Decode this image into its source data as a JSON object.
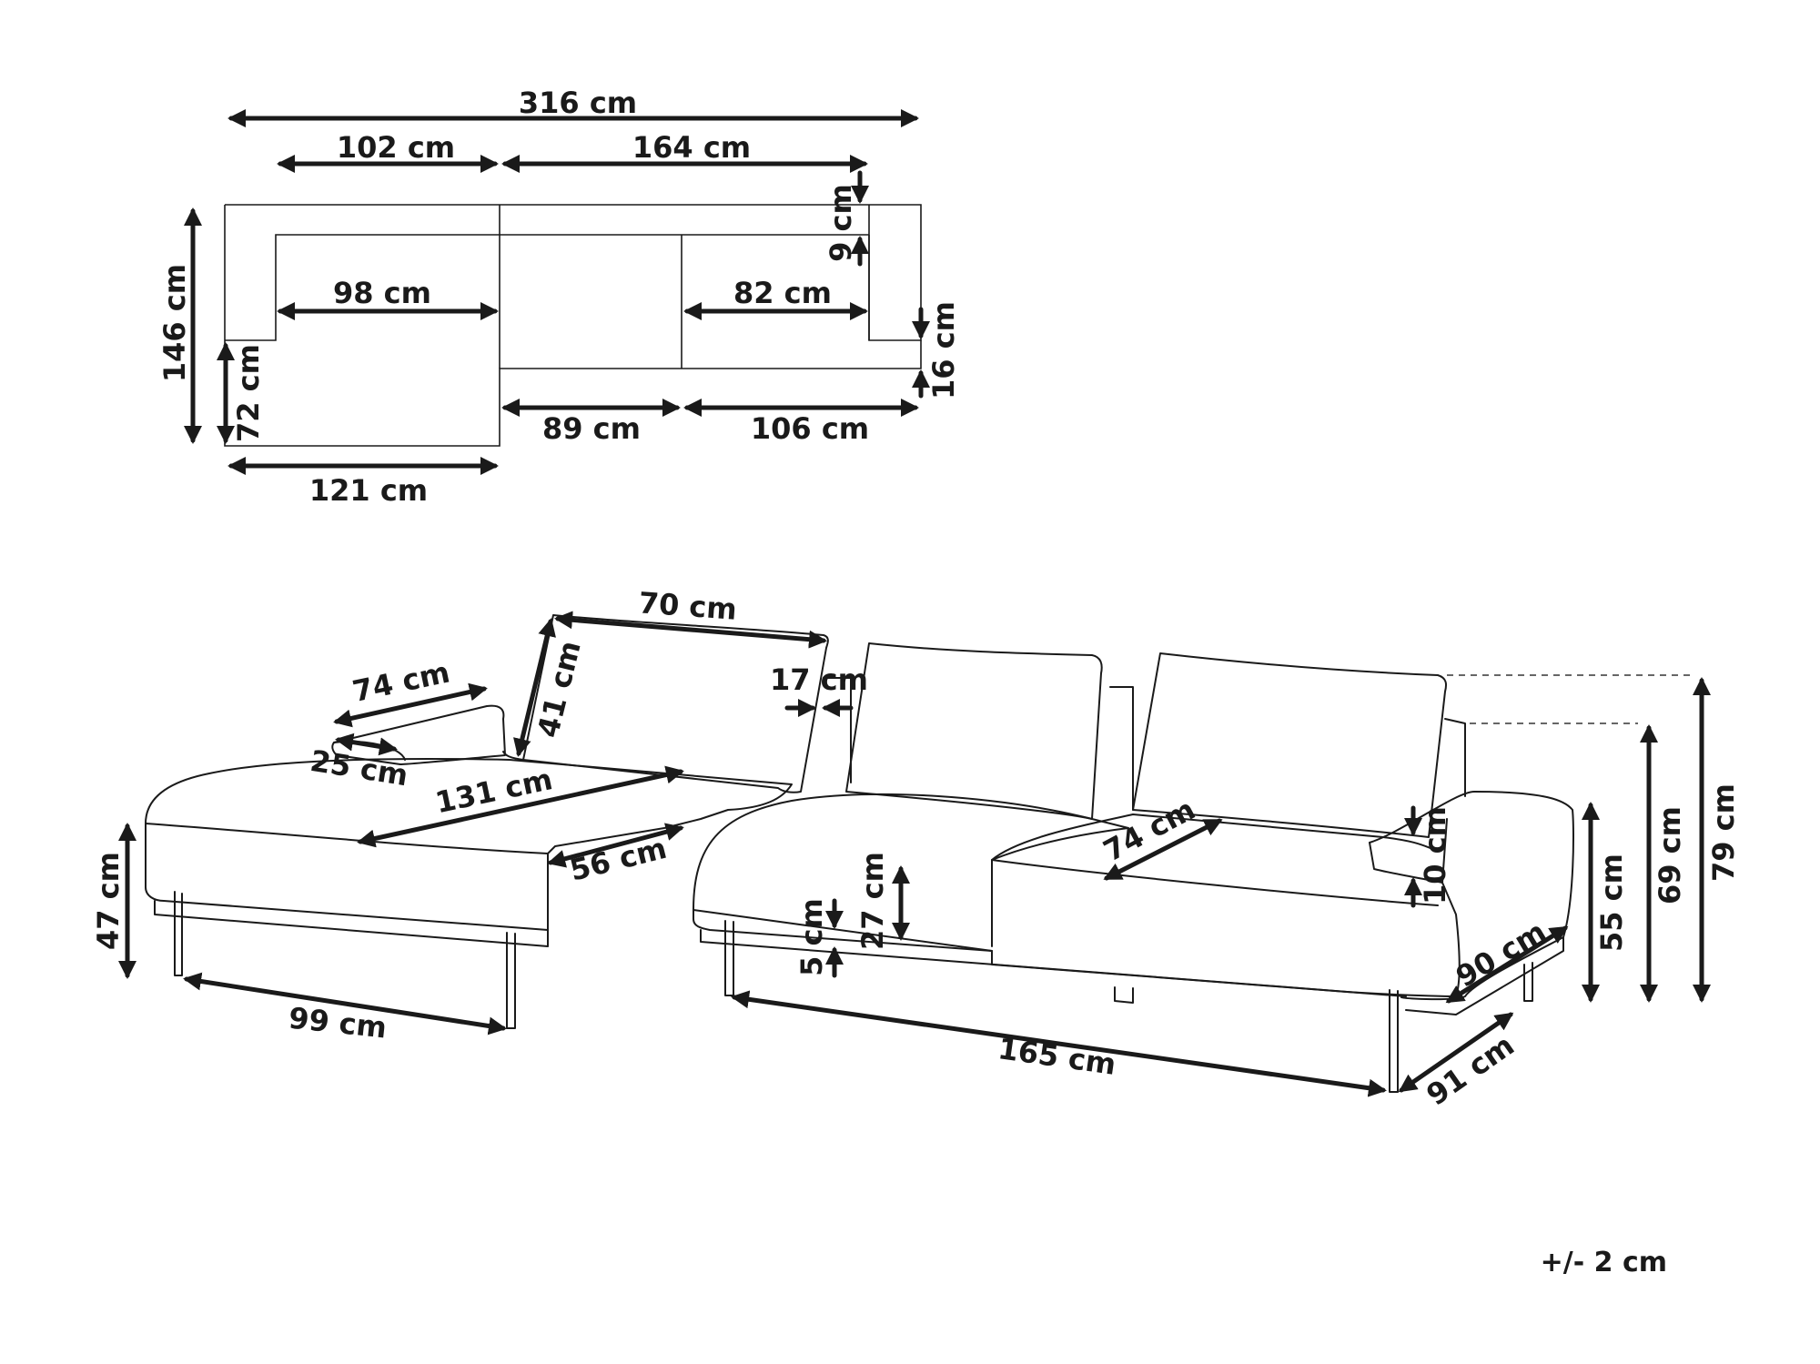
{
  "top_view": {
    "total_width": "316 cm",
    "chaise_top_width": "102 cm",
    "sofa_top_width": "164 cm",
    "total_depth": "146 cm",
    "chaise_inner_width": "98 cm",
    "right_seat_width": "82 cm",
    "back_thickness": "9 cm",
    "armrest_drop": "16 cm",
    "chaise_extension": "72 cm",
    "middle_seat_width": "89 cm",
    "right_section_width": "106 cm",
    "chaise_total_width": "121 cm"
  },
  "front_view": {
    "backrest_width": "70 cm",
    "backrest_depth": "41 cm",
    "armrest_length": "74 cm",
    "armrest_height": "25 cm",
    "back_gap": "17 cm",
    "chaise_length": "131 cm",
    "chaise_inner_depth": "56 cm",
    "seat_height": "47 cm",
    "chaise_leg_span": "99 cm",
    "cushion_depth": "74 cm",
    "cushion_thickness": "27 cm",
    "base_thickness": "5 cm",
    "arm_cushion_thickness": "10 cm",
    "seat_depth": "90 cm",
    "overall_depth": "91 cm",
    "sofa_leg_span": "165 cm",
    "arm_height": "55 cm",
    "back_height": "69 cm",
    "total_height": "79 cm"
  },
  "tolerance": "+/- 2 cm"
}
